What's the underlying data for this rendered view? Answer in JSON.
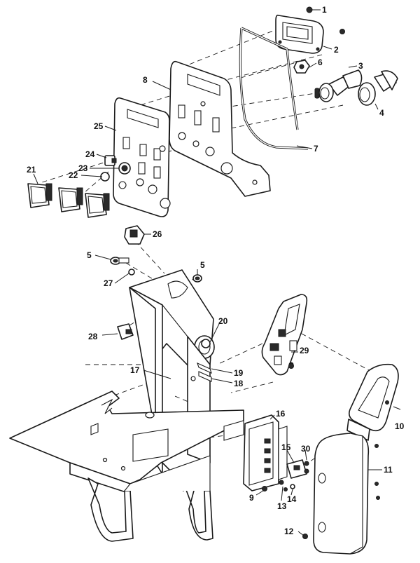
{
  "diagram": {
    "callouts": {
      "c1": "1",
      "c2": "2",
      "c3": "3",
      "c4": "4",
      "c5a": "5",
      "c5b": "5",
      "c6": "6",
      "c7": "7",
      "c8": "8",
      "c9": "9",
      "c10": "10",
      "c11": "11",
      "c12": "12",
      "c13": "13",
      "c14": "14",
      "c15": "15",
      "c16": "16",
      "c17": "17",
      "c18": "18",
      "c19": "19",
      "c20": "20",
      "c21": "21",
      "c22": "22",
      "c23": "23",
      "c24": "24",
      "c25": "25",
      "c26": "26",
      "c27": "27",
      "c28": "28",
      "c30": "30",
      "c29": "29"
    }
  }
}
